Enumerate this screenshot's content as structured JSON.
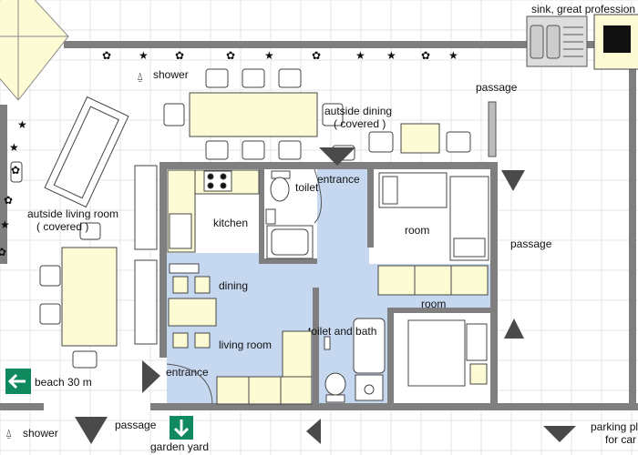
{
  "labels": {
    "shower_top": "shower",
    "outside_dining": "autside dining",
    "outside_dining_covered": "( covered )",
    "passage_top": "passage",
    "sink": "sink,  great profession",
    "entrance_top": "entrance",
    "toilet": "toilet",
    "kitchen": "kitchen",
    "room_top": "room",
    "passage_right": "passage",
    "outside_living": "autside living room",
    "outside_living_covered": "( covered )",
    "dining": "dining",
    "room_bottom": "room",
    "toilet_bath": "toilet and bath",
    "living_room": "living room",
    "entrance_bottom": "entrance",
    "beach": "beach 30 m",
    "shower_bottom": "shower",
    "passage_bottom": "passage",
    "garden_yard": "garden yard",
    "parking": "parking pl",
    "parking_2": "for car"
  },
  "colors": {
    "wall": "#7f7f7f",
    "floor": "#c6d8f0",
    "furniture": "#fdfbd4",
    "exit_sign": "#0f8a5f",
    "plant": "#1f7a2a",
    "arrow": "#4a4a4a",
    "grid": "#e6e6e6"
  },
  "icons": [
    "shower-icon",
    "exit-arrow-left-icon",
    "exit-arrow-down-icon",
    "flower-icon",
    "plant-star-icon",
    "direction-triangle-icon"
  ]
}
